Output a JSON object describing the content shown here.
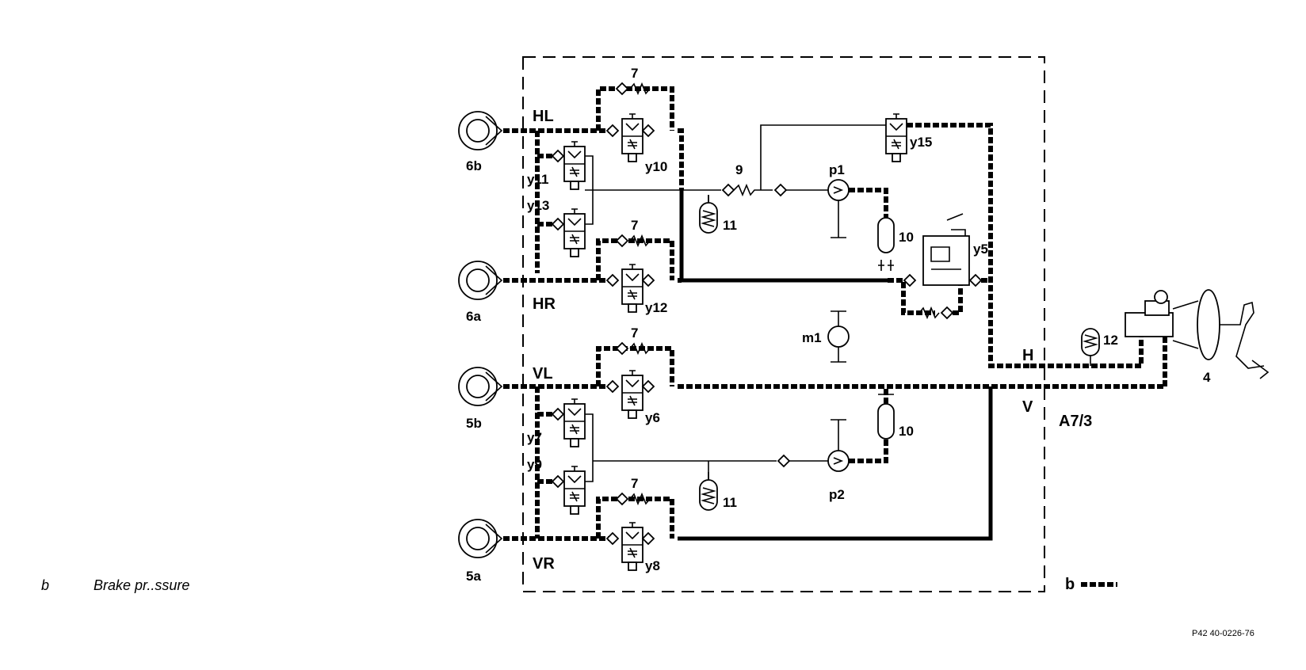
{
  "legend": {
    "key": "b",
    "description": "Brake pr..ssure"
  },
  "reference": "P42 40-0226-76",
  "module_label": "A7/3",
  "wheel_labels": {
    "rear_left": "6b",
    "rear_right": "6a",
    "front_left": "5b",
    "front_right": "5a"
  },
  "circuit_labels": {
    "hl": "HL",
    "hr": "HR",
    "vl": "VL",
    "vr": "VR",
    "h": "H",
    "v": "V"
  },
  "valve_labels": {
    "y5": "y5",
    "y6": "y6",
    "y7": "y7",
    "y8": "y8",
    "y9": "y9",
    "y10": "y10",
    "y11": "y11",
    "y12": "y12",
    "y13": "y13",
    "y15": "y15"
  },
  "component_labels": {
    "check_valve": "7",
    "check_valve_9": "9",
    "accumulator": "11",
    "damper": "10",
    "reservoir": "12",
    "brake_unit": "4",
    "pump_1": "p1",
    "pump_2": "p2",
    "motor": "m1"
  },
  "key_label": "b"
}
